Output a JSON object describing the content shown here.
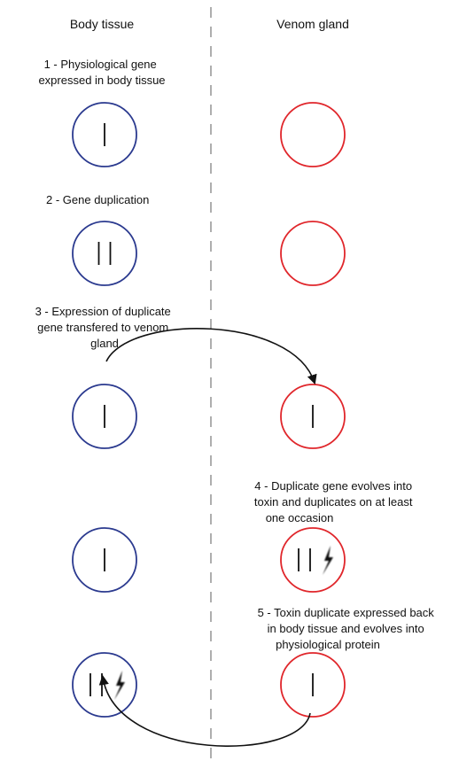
{
  "headers": {
    "left": "Body tissue",
    "right": "Venom gland"
  },
  "steps": [
    {
      "id": 1,
      "lines": [
        "1 - Physiological gene",
        "expressed in body tissue"
      ]
    },
    {
      "id": 2,
      "lines": [
        "2 - Gene duplication"
      ]
    },
    {
      "id": 3,
      "lines": [
        "3 - Expression of duplicate",
        "gene transfered to venom",
        "gland"
      ]
    },
    {
      "id": 4,
      "lines": [
        "4 - Duplicate gene evolves into",
        "toxin and duplicates on at least",
        "one occasion"
      ]
    },
    {
      "id": 5,
      "lines": [
        "5 - Toxin duplicate expressed back",
        "in body tissue and evolves into",
        "physiological protein"
      ]
    }
  ],
  "cells": [
    {
      "row": 1,
      "tissue": "body",
      "genes": 1,
      "toxins": 0
    },
    {
      "row": 1,
      "tissue": "venom",
      "genes": 0,
      "toxins": 0
    },
    {
      "row": 2,
      "tissue": "body",
      "genes": 2,
      "toxins": 0
    },
    {
      "row": 2,
      "tissue": "venom",
      "genes": 0,
      "toxins": 0
    },
    {
      "row": 3,
      "tissue": "body",
      "genes": 1,
      "toxins": 0
    },
    {
      "row": 3,
      "tissue": "venom",
      "genes": 1,
      "toxins": 0
    },
    {
      "row": 4,
      "tissue": "body",
      "genes": 1,
      "toxins": 0
    },
    {
      "row": 4,
      "tissue": "venom",
      "genes": 2,
      "toxins": 1
    },
    {
      "row": 5,
      "tissue": "body",
      "genes": 2,
      "toxins": 1
    },
    {
      "row": 5,
      "tissue": "venom",
      "genes": 1,
      "toxins": 0
    }
  ],
  "colors": {
    "body": "#2b3a8f",
    "venom": "#e0262b",
    "divider": "#9a9a9a",
    "arrow": "#111111",
    "text": "#111111"
  }
}
